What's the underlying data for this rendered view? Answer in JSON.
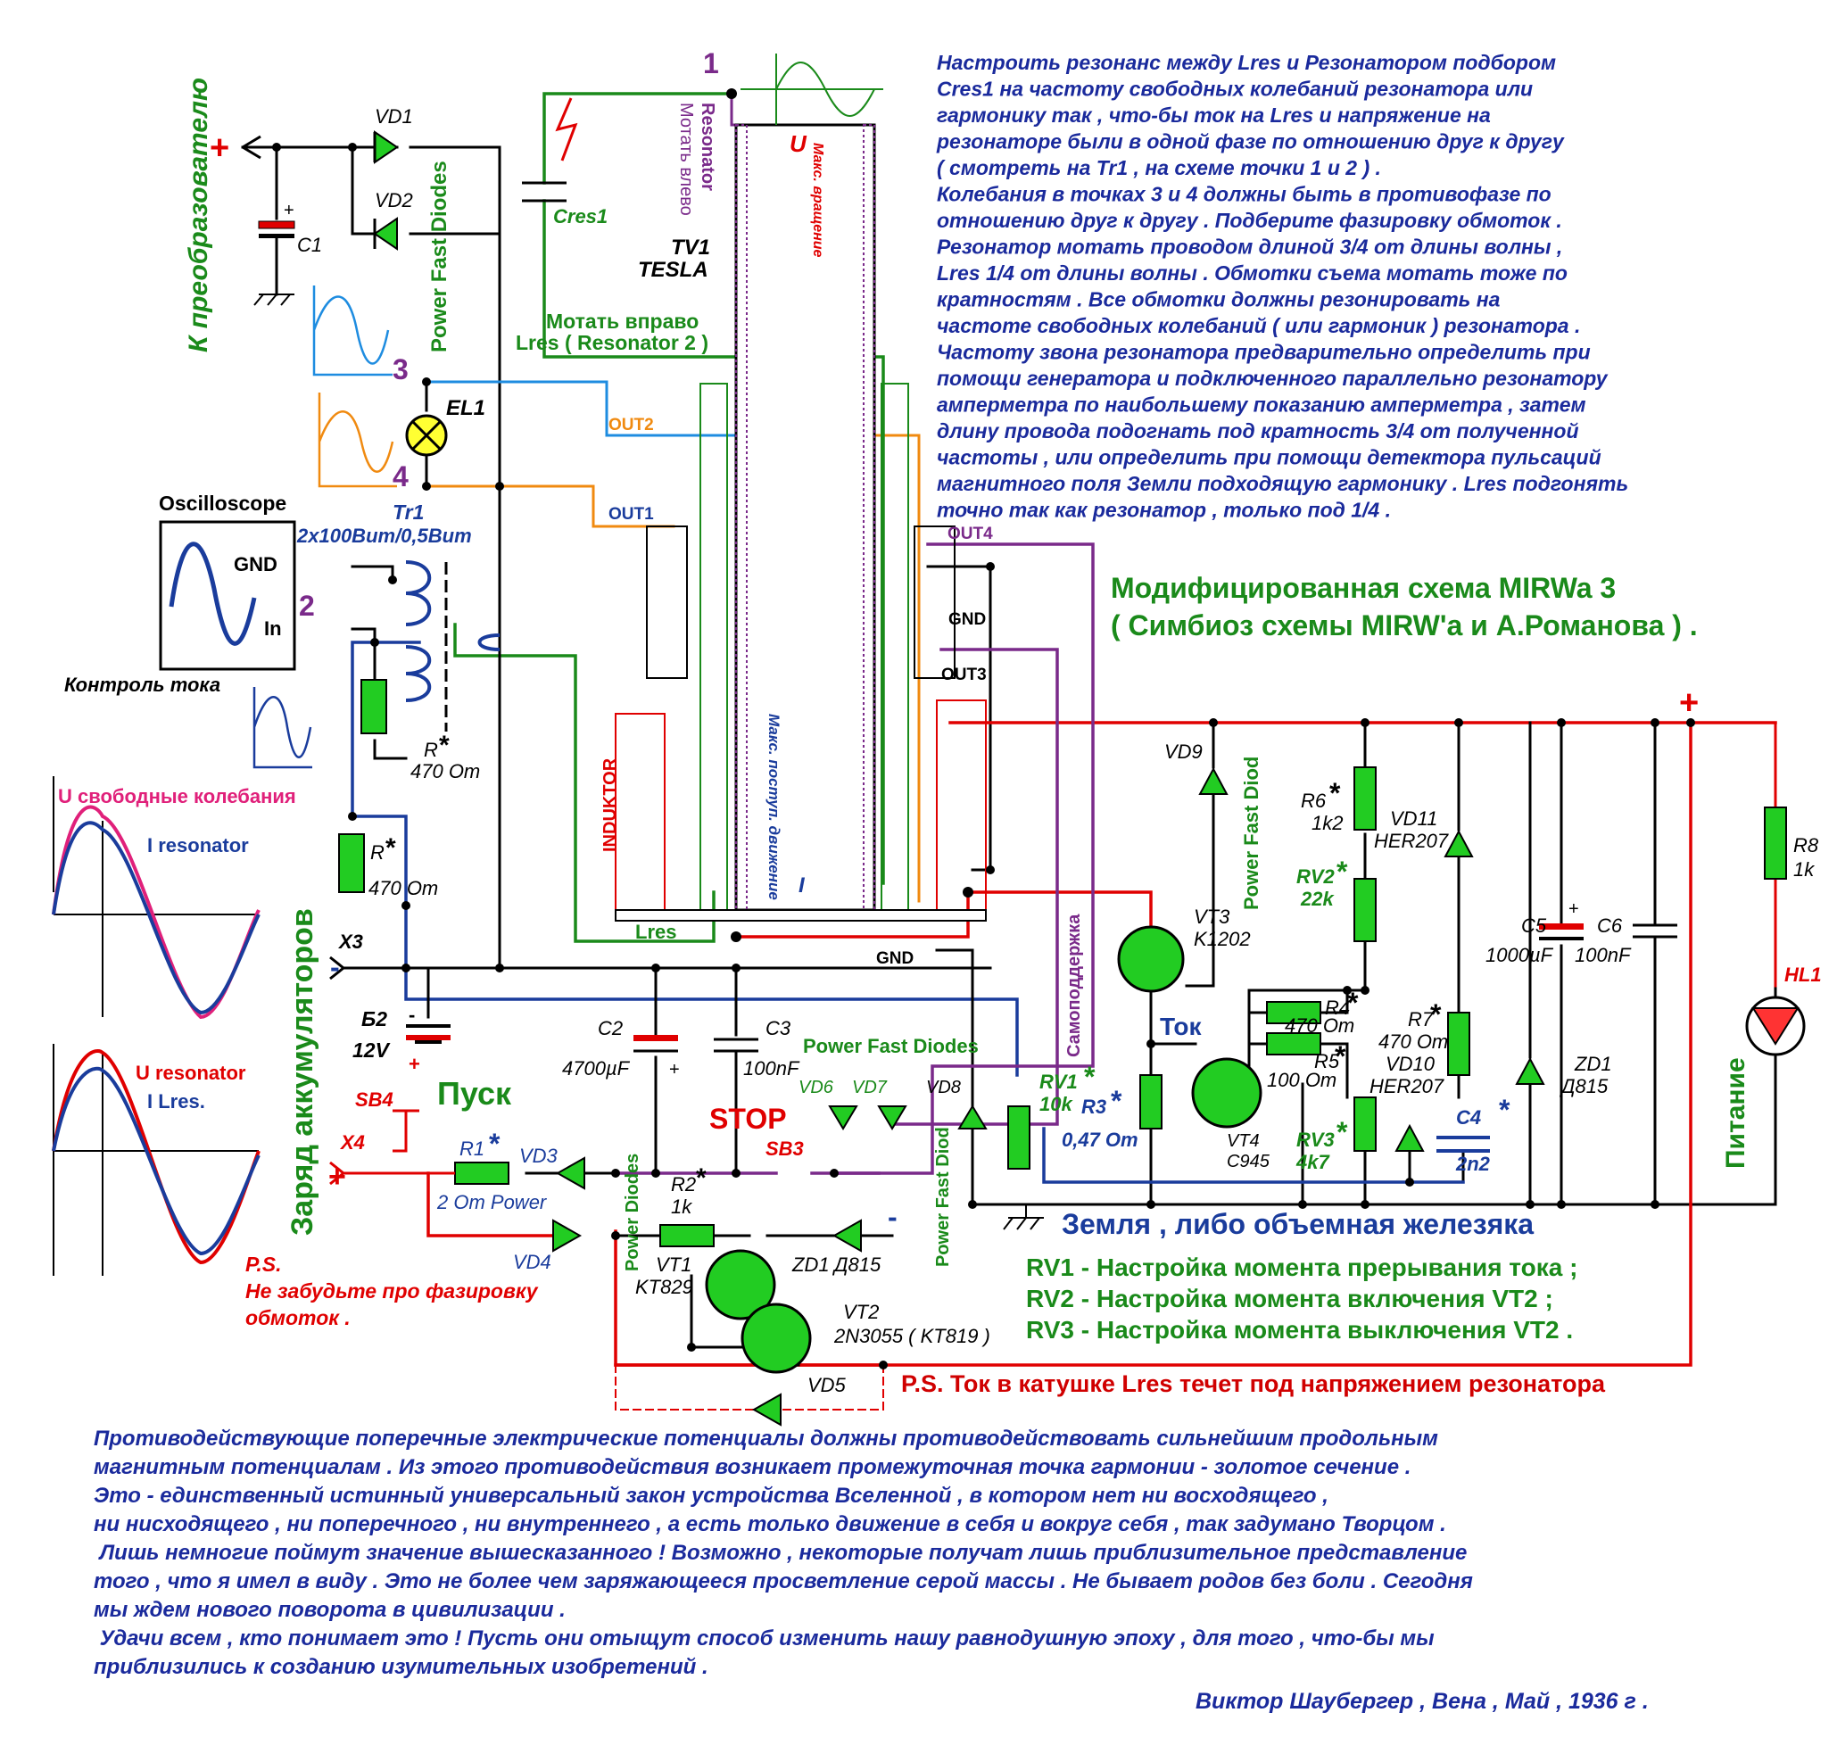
{
  "colors": {
    "wire_black": "#000000",
    "wire_red": "#e00000",
    "wire_green": "#1a8a1a",
    "wire_blue": "#1a3c9c",
    "wire_orange": "#f08a10",
    "wire_purple": "#7a2a8a",
    "wire_lightblue": "#1e8ce0",
    "component_green": "#22cc22",
    "text_blue": "#1a2a9c",
    "text_green": "#1a8a1a",
    "text_red": "#d00000",
    "text_magenta": "#e0207a",
    "text_purple": "#7a2a8a"
  },
  "header": {
    "title_line1": "Модифицированная схема MIRWa 3",
    "title_line2": "( Симбиоз схемы MIRW'а и А.Романова ) ."
  },
  "instructions": [
    "Настроить резонанс между Lres и Резонатором подбором",
    "Cres1 на частоту свободных колебаний резонатора или",
    "гармонику так , что-бы ток на Lres  и напряжение на",
    "резонаторе были в одной фазе по отношению друг к другу",
    "( смотреть на Tr1 , на схеме точки 1 и 2 ) .",
    "Колебания в точках 3 и 4 должны быть в противофазе по",
    "отношению друг к другу . Подберите фазировку обмоток .",
    "Резонатор мотать проводом длиной 3/4 от длины волны ,",
    "Lres 1/4 от длины волны . Обмотки съема мотать тоже по",
    "кратностям . Все обмотки должны резонировать на",
    "частоте свободных колебаний ( или гармоник ) резонатора .",
    "Частоту звона резонатора предварительно определить при",
    "помощи генератора и подключенного параллельно резонатору",
    "амперметра по наибольшему показанию амперметра , затем",
    "длину провода подогнать под кратность 3/4 от полученной",
    "частоты ,  или определить при помощи детектора пульсаций",
    "магнитного поля Земли подходящую гармонику . Lres подгонять",
    "точно так как резонатор , только под 1/4 ."
  ],
  "labels": {
    "k_preobraz": "К преобразователю",
    "plus": "+",
    "minus": "-",
    "vd1": "VD1",
    "vd2": "VD2",
    "c1": "C1",
    "power_fast_diodes": "Power Fast Diodes",
    "point1": "1",
    "point2": "2",
    "point3": "3",
    "point4": "4",
    "el1": "EL1",
    "cres1": "Cres1",
    "resonator_vert": "Resonator",
    "motat_vlevo": "Мотать влево",
    "u_top": "U",
    "maks_vrasch": "Макс. вращение",
    "tv1": "TV1",
    "tesla": "TESLA",
    "motat_vpravo": "Мотать вправо",
    "lres_resonator2": "Lres ( Resonator 2 )",
    "out2": "OUT2",
    "out1": "OUT1",
    "out4": "OUT4",
    "out3": "OUT3",
    "gnd_coil": "GND",
    "oscilloscope": "Oscilloscope",
    "osc_gnd": "GND",
    "osc_in": "In",
    "kontrol_toka": "Контроль тока",
    "tr1": "Tr1",
    "tr1_spec": "2x100Вит/0,5Вит",
    "r_star1": "R",
    "r_val1": "470 Om",
    "r_star2": "R",
    "r_val2": "470 Om",
    "star": "*",
    "u_free": "U свободные колебания",
    "i_resonator": "I resonator",
    "u_resonator": "U resonator",
    "i_lres": "I Lres.",
    "induktor": "INDUKTOR",
    "maks_postup": "Макс. поступ. движение",
    "i_coil": "I",
    "lres_bottom": "Lres",
    "gnd_bottom": "GND",
    "x3": "X3",
    "b2": "Б2",
    "b2_volt": "12V",
    "zaryad": "Заряд аккумуляторов",
    "pusk": "Пуск",
    "sb4": "SB4",
    "x4": "X4",
    "r1": "R1",
    "r1_val": "2 Om Power",
    "vd3": "VD3",
    "vd4": "VD4",
    "ps1_line1": "P.S.",
    "ps1_line2": "Не забудьте про фазировку",
    "ps1_line3": "обмоток .",
    "c2": "C2",
    "c2_val": "4700µF",
    "c3": "C3",
    "c3_val": "100nF",
    "power_fast_diodes2": "Power Fast Diodes",
    "stop": "STOP",
    "sb3": "SB3",
    "vd6": "VD6",
    "vd7": "VD7",
    "vd8": "VD8",
    "power_diodes": "Power Diodes",
    "power_fast_diod_v": "Power Fast Diod",
    "samopod": "Самоподдержка",
    "r2": "R2",
    "r2_val": "1k",
    "vt1": "VT1",
    "vt1_val": "KT829",
    "zd1_a": "ZD1",
    "zd1_a_val": "Д815",
    "vt2": "VT2",
    "vt2_val": "2N3055 ( KT819 )",
    "vd5": "VD5",
    "vd9": "VD9",
    "power_fast_diod_v2": "Power Fast Diod",
    "r6": "R6",
    "r6_val": "1k2",
    "rv2": "RV2",
    "rv2_val": "22k",
    "vd11": "VD11",
    "vd11_val": "HER207",
    "vt3": "VT3",
    "vt3_val": "K1202",
    "tok": "Ток",
    "r4": "R4",
    "r4_val": "470 Om",
    "r5": "R5",
    "r5_val": "100 Om",
    "r7": "R7",
    "r7_val": "470 Om",
    "vd10": "VD10",
    "vd10_val": "HER207",
    "c5": "C5",
    "c5_val": "1000µF",
    "c6": "C6",
    "c6_val": "100nF",
    "r8": "R8",
    "r8_val": "1k",
    "hl1": "HL1",
    "pitanie": "Питание",
    "rv1": "RV1",
    "rv1_val": "10k",
    "r3": "R3",
    "r3_val": "0,47 Om",
    "vt4": "VT4",
    "vt4_val": "C945",
    "rv3": "RV3",
    "rv3_val": "4k7",
    "c4": "C4",
    "c4_val": "2n2",
    "zd1_b": "ZD1",
    "zd1_b_val": "Д815",
    "zemlya": "Земля , либо объемная железяка",
    "rv1_note": "RV1 - Настройка момента прерывания тока ;",
    "rv2_note": "RV2 - Настройка момента включения VT2 ;",
    "rv3_note": "RV3 - Настройка момента выключения VT2 .",
    "ps2": "P.S. Ток в катушке Lres течет под напряжением резонатора"
  },
  "quote": [
    "   Противодействующие поперечные электрические потенциалы должны противодействовать сильнейшим продольным",
    "магнитным потенциалам . Из этого противодействия возникает промежуточная точка гармонии - золотое сечение .",
    "Это - единственный истинный универсальный закон устройства Вселенной , в котором нет ни восходящего ,",
    "ни нисходящего , ни поперечного , ни внутреннего , а есть только движение в себя и вокруг себя , так задумано Творцом .",
    "   Лишь немногие поймут значение вышесказанного ! Возможно , некоторые получат лишь приблизительное представление",
    "того , что я имел в виду . Это не более чем заряжающееся просветление серой массы . Не бывает родов без боли . Сегодня",
    "мы ждем нового поворота в цивилизации .",
    "   Удачи всем , кто понимает это ! Пусть они отыщут способ изменить нашу равнодушную эпоху , для того , что-бы мы",
    "приблизились к созданию изумительных изобретений ."
  ],
  "signature": "Виктор Шаубергер , Вена , Май , 1936 г ."
}
